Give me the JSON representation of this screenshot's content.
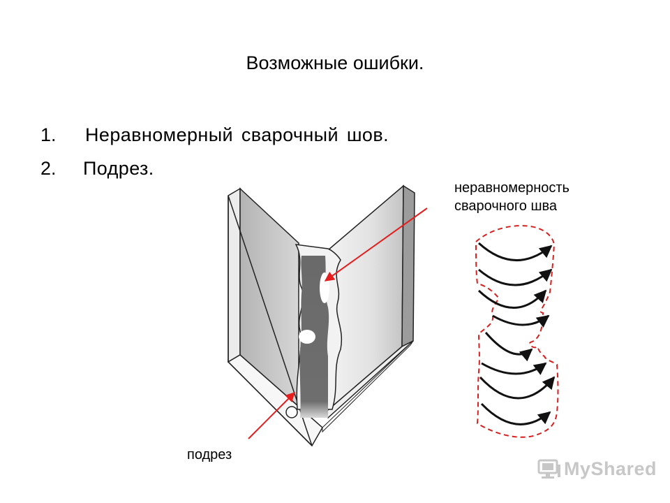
{
  "title": "Возможные ошибки.",
  "errors": [
    {
      "num": "1.",
      "text": "Неравномерный сварочный шов."
    },
    {
      "num": "2.",
      "text": "Подрез."
    }
  ],
  "labels": {
    "uneven_line1": "неравномерность",
    "uneven_line2": "сварочного шва",
    "undercut": "подрез"
  },
  "watermark": "MyShared",
  "colors": {
    "arrow": "#e41e1e",
    "bead_outline": "#d62020",
    "weld": "#6e6e6e",
    "plate": "#bcbcbc"
  },
  "icons": {
    "watermark_logo": "computer-icon"
  }
}
